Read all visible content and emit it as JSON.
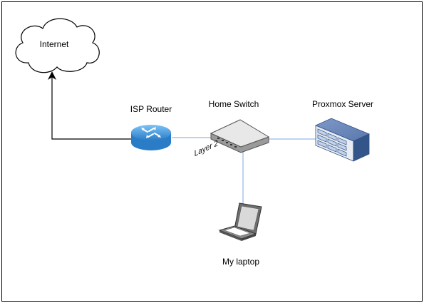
{
  "nodes": {
    "internet": {
      "label": "Internet",
      "icon": "cloud-icon"
    },
    "isp_router": {
      "label": "ISP Router",
      "icon": "router-icon"
    },
    "home_switch": {
      "label": "Home Switch",
      "icon": "switch-icon",
      "device_text": "Layer 2"
    },
    "proxmox_server": {
      "label": "Proxmox Server",
      "icon": "server-rack-icon"
    },
    "my_laptop": {
      "label": "My laptop",
      "icon": "laptop-icon"
    }
  },
  "connections": [
    {
      "from": "isp_router",
      "to": "internet",
      "arrow": true
    },
    {
      "from": "isp_router",
      "to": "home_switch",
      "arrow": false
    },
    {
      "from": "home_switch",
      "to": "proxmox_server",
      "arrow": false
    },
    {
      "from": "home_switch",
      "to": "my_laptop",
      "arrow": false
    }
  ],
  "colors": {
    "connector_dark": "#000000",
    "connector_light": "#a9c4eb",
    "router_blue": "#3d8fd6",
    "switch_gray": "#e8e8e8",
    "server_blue": "#4a6fa5"
  }
}
